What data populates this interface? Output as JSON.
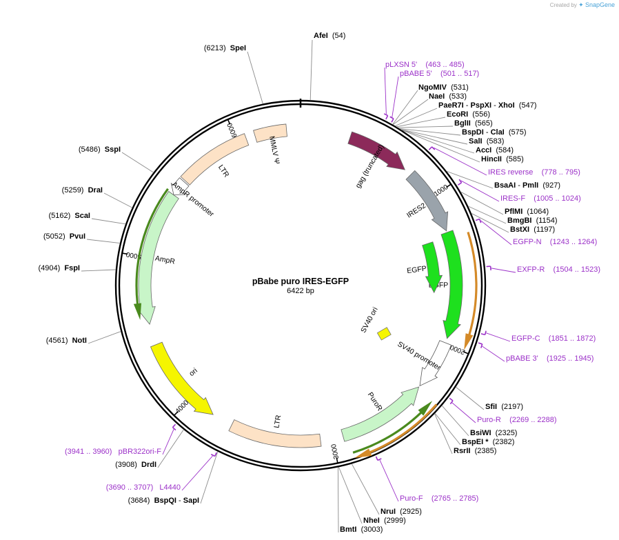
{
  "credit": {
    "prefix": "Created by",
    "brand": "SnapGene"
  },
  "plasmid": {
    "name": "pBabe puro IRES-EGFP",
    "size": "6422 bp",
    "total_bp": 6422
  },
  "colors": {
    "site": "#000000",
    "primer": "#9b30c8",
    "gag": "#8c2a5a",
    "ires": "#9aa3ab",
    "egfp": "#1ee01e",
    "ltr": "#fde2c6",
    "ampr": "#c8f5c8",
    "ori": "#f5f500",
    "promoter": "#ffffff",
    "puro": "#c8f5c8",
    "orf_orange": "#d48a28",
    "orf_green": "#4a8a1e"
  },
  "ticks": [
    {
      "label": "1000",
      "pos": 1000
    },
    {
      "label": "2000",
      "pos": 2000
    },
    {
      "label": "3000",
      "pos": 3000
    },
    {
      "label": "4000",
      "pos": 4000
    },
    {
      "label": "5000",
      "pos": 5000
    },
    {
      "label": "6000",
      "pos": 6000
    }
  ],
  "sites": [
    {
      "id": "afei",
      "pos": 54,
      "parts": [
        {
          "t": "AfeI",
          "b": true
        },
        {
          "t": "  (54)",
          "b": false
        }
      ]
    },
    {
      "id": "ngomiv",
      "pos": 531,
      "parts": [
        {
          "t": "NgoMIV",
          "b": true
        },
        {
          "t": "  (531)",
          "b": false
        }
      ]
    },
    {
      "id": "naei",
      "pos": 533,
      "parts": [
        {
          "t": "NaeI",
          "b": true
        },
        {
          "t": "  (533)",
          "b": false
        }
      ]
    },
    {
      "id": "paer7i",
      "pos": 547,
      "parts": [
        {
          "t": "PaeR7I",
          "b": true
        },
        {
          "t": " - ",
          "b": false
        },
        {
          "t": "PspXI",
          "b": true
        },
        {
          "t": " - ",
          "b": false
        },
        {
          "t": "XhoI",
          "b": true
        },
        {
          "t": "  (547)",
          "b": false
        }
      ]
    },
    {
      "id": "ecori",
      "pos": 556,
      "parts": [
        {
          "t": "EcoRI",
          "b": true
        },
        {
          "t": "  (556)",
          "b": false
        }
      ]
    },
    {
      "id": "bglii",
      "pos": 565,
      "parts": [
        {
          "t": "BglII",
          "b": true
        },
        {
          "t": "  (565)",
          "b": false
        }
      ]
    },
    {
      "id": "bspdi",
      "pos": 575,
      "parts": [
        {
          "t": "BspDI",
          "b": true
        },
        {
          "t": " - ",
          "b": false
        },
        {
          "t": "ClaI",
          "b": true
        },
        {
          "t": "  (575)",
          "b": false
        }
      ]
    },
    {
      "id": "sali",
      "pos": 583,
      "parts": [
        {
          "t": "SalI",
          "b": true
        },
        {
          "t": "  (583)",
          "b": false
        }
      ]
    },
    {
      "id": "acci",
      "pos": 584,
      "parts": [
        {
          "t": "AccI",
          "b": true
        },
        {
          "t": "  (584)",
          "b": false
        }
      ]
    },
    {
      "id": "hincii",
      "pos": 585,
      "parts": [
        {
          "t": "HincII",
          "b": true
        },
        {
          "t": "  (585)",
          "b": false
        }
      ]
    },
    {
      "id": "bsaai",
      "pos": 927,
      "parts": [
        {
          "t": "BsaAI",
          "b": true
        },
        {
          "t": " - ",
          "b": false
        },
        {
          "t": "PmlI",
          "b": true
        },
        {
          "t": "  (927)",
          "b": false
        }
      ]
    },
    {
      "id": "pflmi",
      "pos": 1064,
      "parts": [
        {
          "t": "PflMI",
          "b": true
        },
        {
          "t": "  (1064)",
          "b": false
        }
      ]
    },
    {
      "id": "bmgbi",
      "pos": 1154,
      "parts": [
        {
          "t": "BmgBI",
          "b": true
        },
        {
          "t": "  (1154)",
          "b": false
        }
      ]
    },
    {
      "id": "bstxi",
      "pos": 1197,
      "parts": [
        {
          "t": "BstXI",
          "b": true
        },
        {
          "t": "  (1197)",
          "b": false
        }
      ]
    },
    {
      "id": "sfii",
      "pos": 2197,
      "parts": [
        {
          "t": "SfiI",
          "b": true
        },
        {
          "t": "  (2197)",
          "b": false
        }
      ]
    },
    {
      "id": "bsiwi",
      "pos": 2325,
      "parts": [
        {
          "t": "BsiWI",
          "b": true
        },
        {
          "t": "  (2325)",
          "b": false
        }
      ]
    },
    {
      "id": "bspei",
      "pos": 2382,
      "parts": [
        {
          "t": "BspEI",
          "b": true
        },
        {
          "t": " *",
          "b": true
        },
        {
          "t": "  (2382)",
          "b": false
        }
      ]
    },
    {
      "id": "rsrii",
      "pos": 2385,
      "parts": [
        {
          "t": "RsrII",
          "b": true
        },
        {
          "t": "  (2385)",
          "b": false
        }
      ]
    },
    {
      "id": "nrui",
      "pos": 2925,
      "parts": [
        {
          "t": "NruI",
          "b": true
        },
        {
          "t": "  (2925)",
          "b": false
        }
      ]
    },
    {
      "id": "nhei",
      "pos": 2999,
      "parts": [
        {
          "t": "NheI",
          "b": true
        },
        {
          "t": "  (2999)",
          "b": false
        }
      ]
    },
    {
      "id": "bmti",
      "pos": 3003,
      "parts": [
        {
          "t": "BmtI",
          "b": true
        },
        {
          "t": "  (3003)",
          "b": false
        }
      ]
    },
    {
      "id": "bspqi",
      "pos": 3684,
      "parts": [
        {
          "t": "(3684)  ",
          "b": false
        },
        {
          "t": "BspQI",
          "b": true
        },
        {
          "t": " - ",
          "b": false
        },
        {
          "t": "SapI",
          "b": true
        }
      ]
    },
    {
      "id": "drdi",
      "pos": 3908,
      "parts": [
        {
          "t": "(3908)  ",
          "b": false
        },
        {
          "t": "DrdI",
          "b": true
        }
      ]
    },
    {
      "id": "noti",
      "pos": 4561,
      "parts": [
        {
          "t": "(4561)  ",
          "b": false
        },
        {
          "t": "NotI",
          "b": true
        }
      ]
    },
    {
      "id": "fspi",
      "pos": 4904,
      "parts": [
        {
          "t": "(4904)  ",
          "b": false
        },
        {
          "t": "FspI",
          "b": true
        }
      ]
    },
    {
      "id": "pvui",
      "pos": 5052,
      "parts": [
        {
          "t": "(5052)  ",
          "b": false
        },
        {
          "t": "PvuI",
          "b": true
        }
      ]
    },
    {
      "id": "scai",
      "pos": 5162,
      "parts": [
        {
          "t": "(5162)  ",
          "b": false
        },
        {
          "t": "ScaI",
          "b": true
        }
      ]
    },
    {
      "id": "drai",
      "pos": 5259,
      "parts": [
        {
          "t": "(5259)  ",
          "b": false
        },
        {
          "t": "DraI",
          "b": true
        }
      ]
    },
    {
      "id": "sspi",
      "pos": 5486,
      "parts": [
        {
          "t": "(5486)  ",
          "b": false
        },
        {
          "t": "SspI",
          "b": true
        }
      ]
    },
    {
      "id": "spei",
      "pos": 6213,
      "parts": [
        {
          "t": "(6213)  ",
          "b": false
        },
        {
          "t": "SpeI",
          "b": true
        }
      ]
    }
  ],
  "primers": [
    {
      "id": "plxsn5",
      "pos": 474,
      "dir": 1,
      "text": "pLXSN 5'    (463 .. 485)"
    },
    {
      "id": "pbabe5",
      "pos": 509,
      "dir": 1,
      "text": "pBABE 5'    (501 .. 517)"
    },
    {
      "id": "iresrev",
      "pos": 786,
      "dir": -1,
      "text": "IRES reverse    (778 .. 795)"
    },
    {
      "id": "iresf",
      "pos": 1014,
      "dir": 1,
      "text": "IRES-F    (1005 .. 1024)"
    },
    {
      "id": "egfpn",
      "pos": 1253,
      "dir": -1,
      "text": "EGFP-N    (1243 .. 1264)"
    },
    {
      "id": "exfpr",
      "pos": 1513,
      "dir": -1,
      "text": "EXFP-R    (1504 .. 1523)"
    },
    {
      "id": "egfpc",
      "pos": 1861,
      "dir": 1,
      "text": "EGFP-C    (1851 .. 1872)"
    },
    {
      "id": "pbabe3",
      "pos": 1935,
      "dir": -1,
      "text": "pBABE 3'    (1925 .. 1945)"
    },
    {
      "id": "puror",
      "pos": 2278,
      "dir": -1,
      "text": "Puro-R    (2269 .. 2288)"
    },
    {
      "id": "purof",
      "pos": 2775,
      "dir": 1,
      "text": "Puro-F    (2765 .. 2785)"
    },
    {
      "id": "l4440",
      "pos": 3698,
      "dir": -1,
      "text": "(3690 .. 3707)   L4440"
    },
    {
      "id": "pbr322",
      "pos": 3950,
      "dir": 1,
      "text": "(3941 .. 3960)   pBR322ori-F"
    }
  ],
  "features": [
    {
      "id": "gag",
      "label": "gag (truncated)",
      "start": 330,
      "end": 750,
      "dir": 1,
      "ring": 0,
      "color": "gag"
    },
    {
      "id": "ires2",
      "label": "IRES2",
      "start": 800,
      "end": 1240,
      "dir": 1,
      "ring": 0,
      "color": "ires"
    },
    {
      "id": "egfp-outer",
      "label": "EGFP",
      "start": 1250,
      "end": 1960,
      "dir": 1,
      "ring": 0,
      "color": "egfp"
    },
    {
      "id": "egfp-inner",
      "label": "EGFP",
      "start": 1280,
      "end": 1660,
      "dir": 1,
      "ring": 1,
      "color": "egfp"
    },
    {
      "id": "sv40-promoter",
      "label": "SV40 promoter",
      "start": 1990,
      "end": 2320,
      "dir": 1,
      "ring": 0,
      "color": "promoter"
    },
    {
      "id": "puror-feature",
      "label": "PuroR",
      "start": 2330,
      "end": 2930,
      "dir": -1,
      "ring": 0,
      "color": "puro"
    },
    {
      "id": "ltr-bottom",
      "label": "LTR",
      "start": 3080,
      "end": 3680,
      "dir": 0,
      "ring": 0,
      "color": "ltr"
    },
    {
      "id": "ori",
      "label": "ori",
      "start": 3820,
      "end": 4420,
      "dir": -1,
      "ring": 0,
      "color": "ori"
    },
    {
      "id": "ampr",
      "label": "AmpR",
      "start": 4560,
      "end": 5450,
      "dir": -1,
      "ring": 0,
      "color": "ampr"
    },
    {
      "id": "ampr-promoter",
      "label": "AmpR promoter",
      "start": 5450,
      "end": 5560,
      "dir": -1,
      "ring": 0,
      "color": "promoter"
    },
    {
      "id": "ltr-top",
      "label": "LTR",
      "start": 5570,
      "end": 6060,
      "dir": 0,
      "ring": 0,
      "color": "ltr"
    },
    {
      "id": "mmlv-psi",
      "label": "MMLV Ψ",
      "start": 6120,
      "end": 6330,
      "dir": 0,
      "ring": 0,
      "color": "ltr"
    }
  ],
  "orfs": [
    {
      "id": "orf-egfp",
      "start": 1290,
      "end": 1990,
      "dir": 1,
      "color": "orf_orange"
    },
    {
      "id": "orf-puro-green",
      "start": 2340,
      "end": 2900,
      "dir": -1,
      "color": "orf_green"
    },
    {
      "id": "orf-puro-orange",
      "start": 2340,
      "end": 2900,
      "dir": 1,
      "color": "orf_orange"
    },
    {
      "id": "orf-ampr",
      "start": 4600,
      "end": 5460,
      "dir": -1,
      "color": "orf_green"
    }
  ],
  "sv40_ori": {
    "label": "SV40 ori"
  }
}
